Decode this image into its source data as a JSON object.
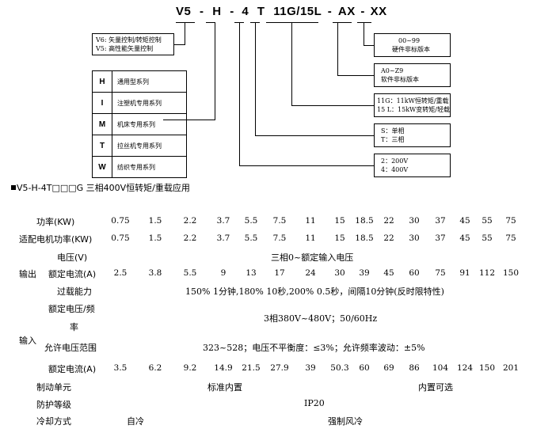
{
  "model_code": {
    "segments": [
      "V5",
      "-",
      "H",
      "-",
      "4",
      "T",
      "11G/15L",
      "-",
      "AX",
      "-",
      "XX"
    ]
  },
  "prefix_box": {
    "lines": [
      "V6: 矢量控制/转矩控制",
      "V5: 高性能矢量控制"
    ]
  },
  "series_table": [
    {
      "code": "H",
      "desc": "通用型系列"
    },
    {
      "code": "I",
      "desc": "注塑机专用系列"
    },
    {
      "code": "M",
      "desc": "机床专用系列"
    },
    {
      "code": "T",
      "desc": "拉丝机专用系列"
    },
    {
      "code": "W",
      "desc": "纺织专用系列"
    }
  ],
  "right_boxes": {
    "hw_version": [
      "00~99",
      "硬件非标版本"
    ],
    "sw_version": [
      "A0~Z9",
      "软件非标版本"
    ],
    "rating": [
      "11G：11kW恒转矩/重载",
      "15 L：15kW变转矩/轻载"
    ],
    "phase": [
      "S：单相",
      "T：三相"
    ],
    "voltage": [
      "2：200V",
      "4：400V"
    ]
  },
  "heading": {
    "title": "V5-H-4T□□□G  三相400V恒转矩/重载应用"
  },
  "spec": {
    "power_label": "功率(KW)",
    "power_values": [
      "0.75",
      "1.5",
      "2.2",
      "3.7",
      "5.5",
      "7.5",
      "11",
      "15",
      "18.5",
      "22",
      "30",
      "37",
      "45",
      "55",
      "75"
    ],
    "motor_label": "适配电机功率(KW)",
    "motor_values": [
      "0.75",
      "1.5",
      "2.2",
      "3.7",
      "5.5",
      "7.5",
      "11",
      "15",
      "18.5",
      "22",
      "30",
      "37",
      "45",
      "55",
      "75"
    ],
    "output_group": "输出",
    "out_voltage_label": "电压(V)",
    "out_voltage_value": "三相0~额定输入电压",
    "out_current_label": "额定电流(A)",
    "out_current_values": [
      "2.5",
      "3.8",
      "5.5",
      "9",
      "13",
      "17",
      "24",
      "30",
      "39",
      "45",
      "60",
      "75",
      "91",
      "112",
      "150"
    ],
    "overload_label": "过载能力",
    "overload_value": "150% 1分钟,180% 10秒,200% 0.5秒，间隔10分钟(反时限特性)",
    "input_group": "输入",
    "in_rated_label_1": "额定电压/频",
    "in_rated_label_2": "率",
    "in_rated_value": "3相380V~480V；50/60Hz",
    "allowed_label": "允许电压范围",
    "allowed_value": "323~528；电压不平衡度：≤3%；允许频率波动：±5%",
    "in_current_label": "额定电流(A)",
    "in_current_values": [
      "3.5",
      "6.2",
      "9.2",
      "14.9",
      "21.5",
      "27.9",
      "39",
      "50.3",
      "60",
      "69",
      "86",
      "104",
      "124",
      "150",
      "201"
    ],
    "brake_label": "制动单元",
    "brake_std": "标准内置",
    "brake_opt": "内置可选",
    "protect_label": "防护等级",
    "protect_value": "IP20",
    "cooling_label": "冷却方式",
    "cooling_self": "自冷",
    "cooling_forced": "强制风冷"
  }
}
